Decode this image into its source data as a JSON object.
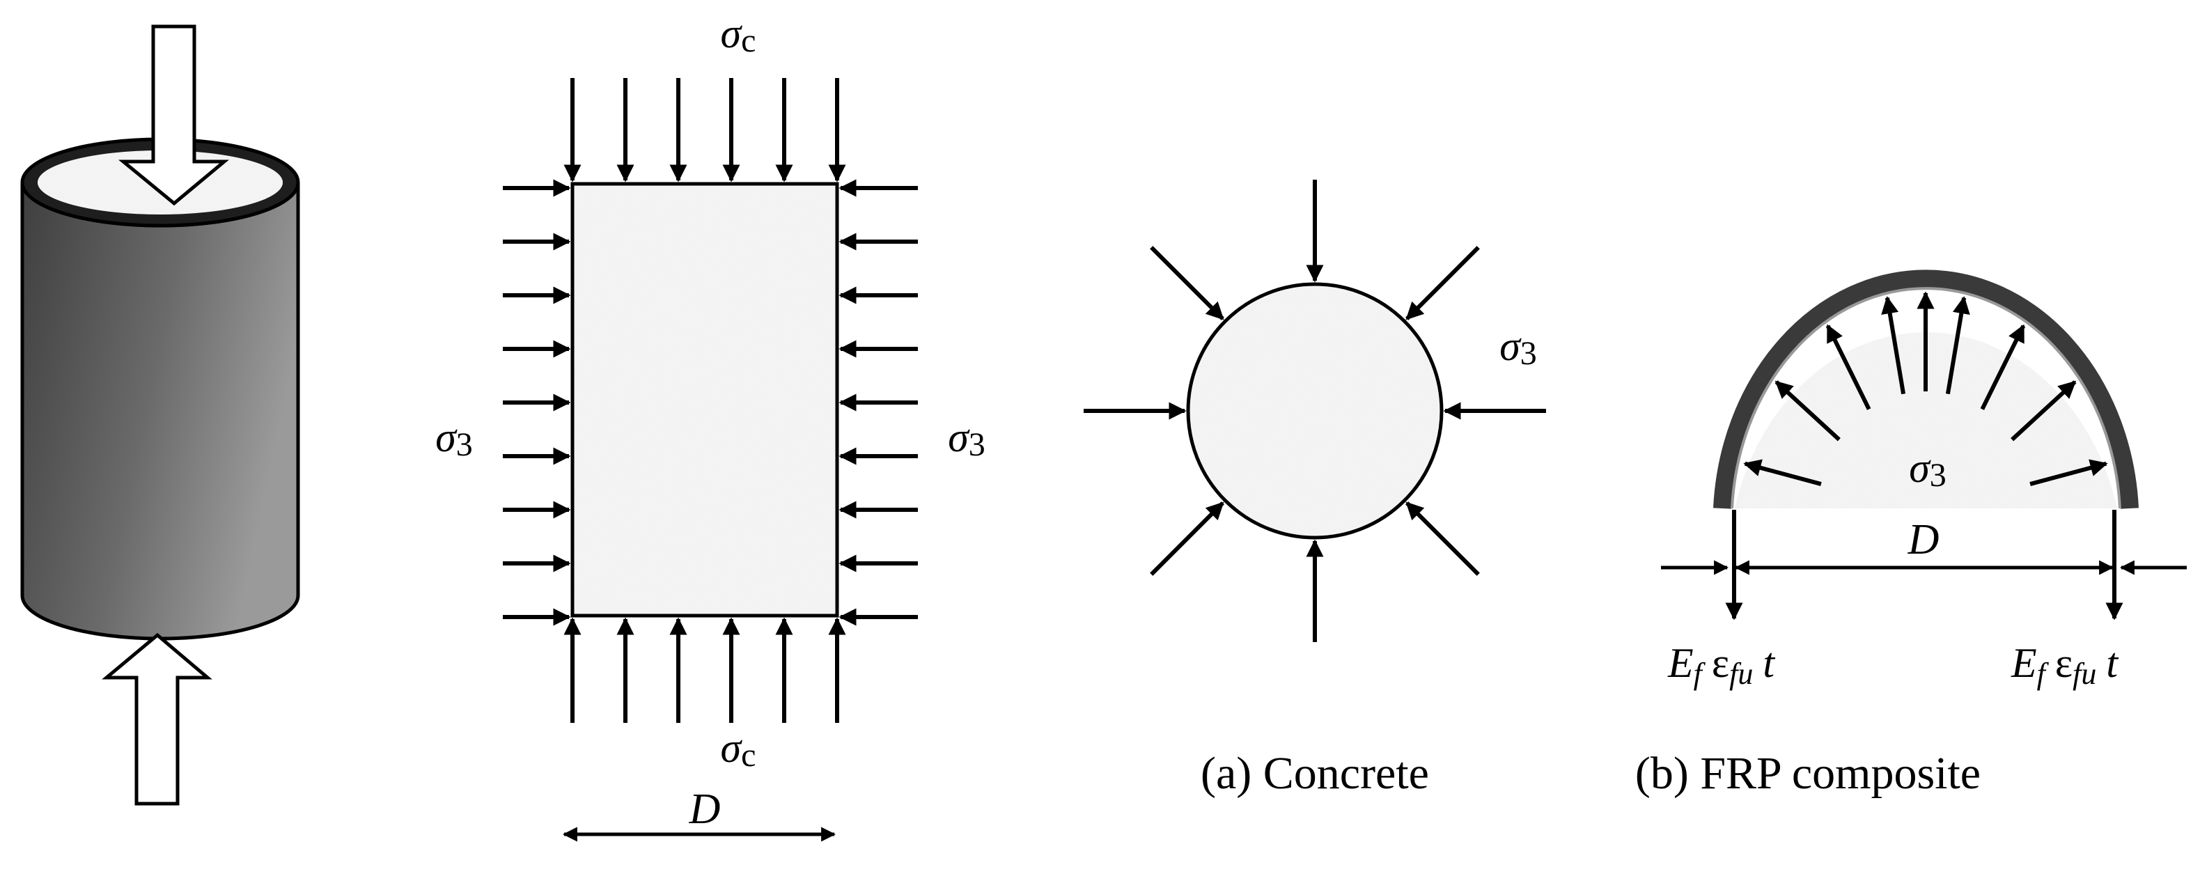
{
  "figure": {
    "symbols": {
      "sigma_c": "σ",
      "sigma_c_sub": "c",
      "sigma_3": "σ",
      "sigma_3_sub": "3",
      "diameter": "D"
    },
    "hoop_force": {
      "E": "E",
      "E_sub": "f",
      "epsilon": "ε",
      "epsilon_sub": "fu",
      "t": "t"
    },
    "captions": {
      "a": "(a) Concrete",
      "b": "(b) FRP composite"
    },
    "colors": {
      "tube_dark": "#444444",
      "tube_light": "#8a8a8a",
      "concrete": "#f1f1f1",
      "frp_band": "#3a3a3a",
      "line": "#000000"
    }
  }
}
